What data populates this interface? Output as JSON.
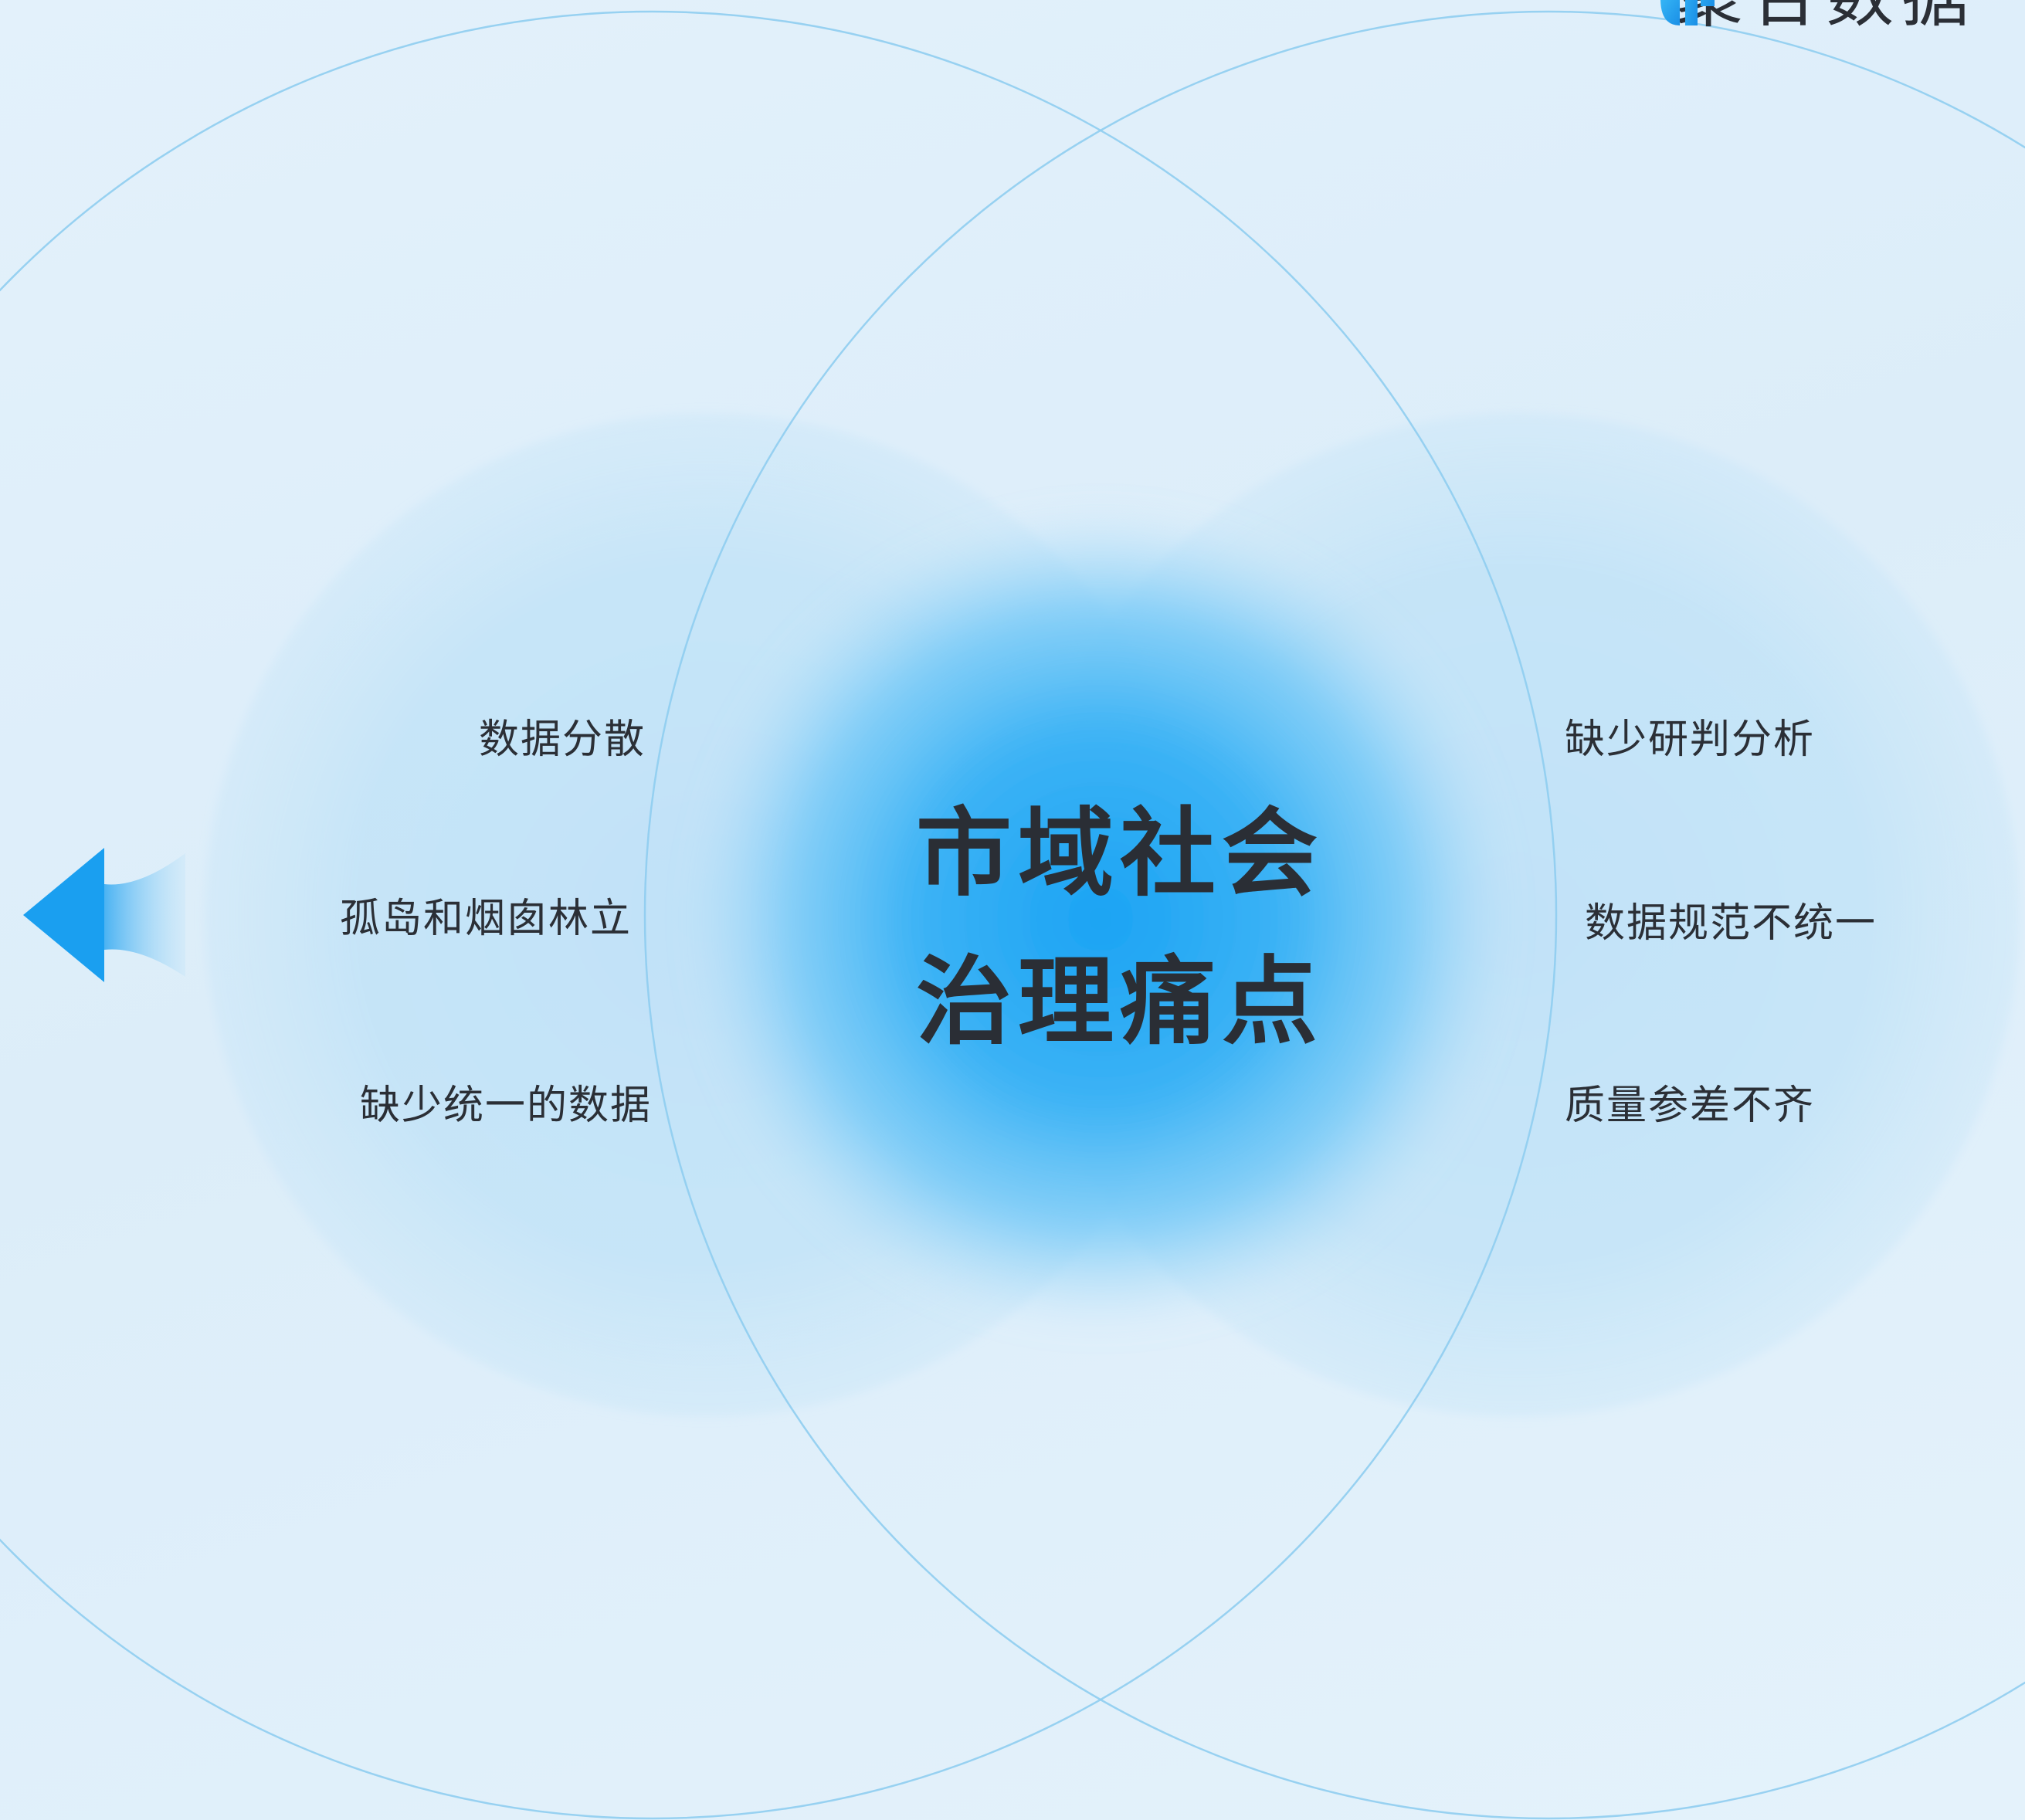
{
  "title": {
    "line1": "市域社会",
    "line2": "治理痛点"
  },
  "left_items": [
    "数据分散",
    "孤岛和烟囱林立",
    "缺少统一的数据"
  ],
  "right_items": [
    "缺少研判分析",
    "数据规范不统一",
    "质量参差不齐"
  ],
  "brand": {
    "name": "聚合数据",
    "logo_icon": "brand-logo-icon"
  },
  "colors": {
    "background": "#e0eff9",
    "accent": "#1a9ff0",
    "circle": "#b9dff6",
    "line": "#8fcdf0",
    "text": "#2b2f36"
  }
}
